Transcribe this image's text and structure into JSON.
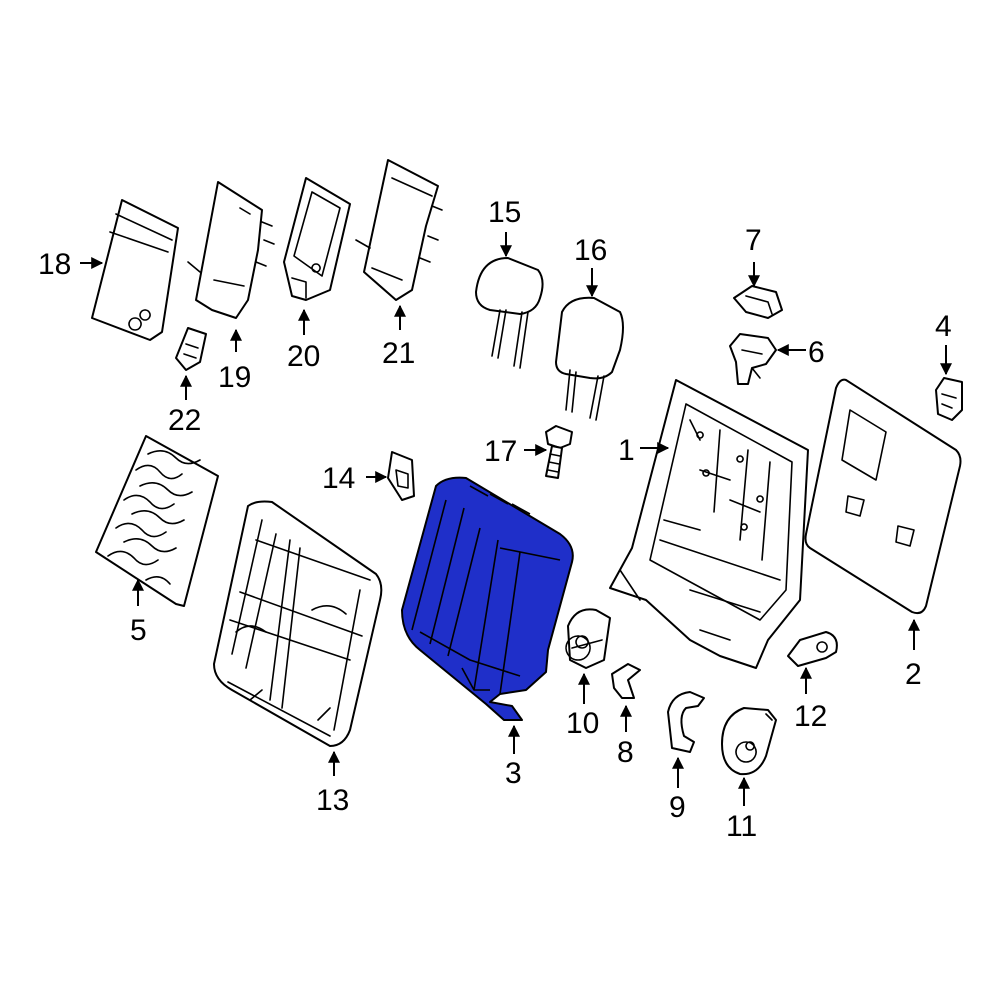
{
  "diagram": {
    "highlight_color": "#1f2fc9",
    "highlighted_part": "3",
    "callouts": {
      "c1": "1",
      "c2": "2",
      "c3": "3",
      "c4": "4",
      "c5": "5",
      "c6": "6",
      "c7": "7",
      "c8": "8",
      "c9": "9",
      "c10": "10",
      "c11": "11",
      "c12": "12",
      "c13": "13",
      "c14": "14",
      "c15": "15",
      "c16": "16",
      "c17": "17",
      "c18": "18",
      "c19": "19",
      "c20": "20",
      "c21": "21",
      "c22": "22"
    }
  }
}
